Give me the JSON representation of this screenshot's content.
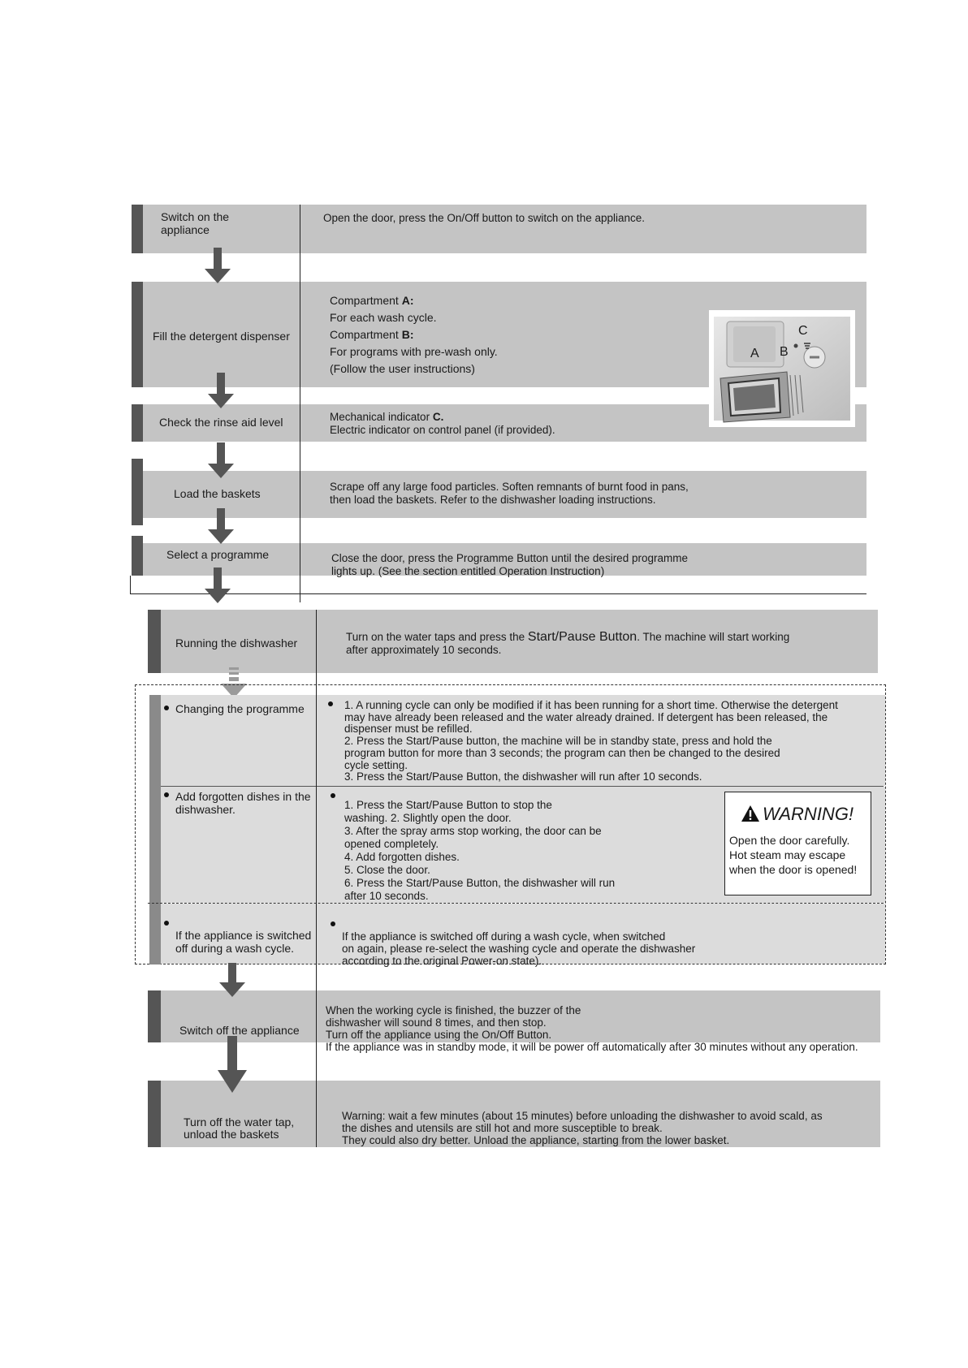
{
  "steps": {
    "switch_on": {
      "label_l1": "Switch on the",
      "label_l2": "appliance",
      "text": "Open the door, press the On/Off button to switch on the appliance."
    },
    "detergent": {
      "label": "Fill the detergent dispenser",
      "compartment_a": "Compartment ",
      "compartment_a_bold": "A:",
      "a_text": "For each wash cycle.",
      "compartment_b": "Compartment  ",
      "compartment_b_bold": "B:",
      "b_text": "For programs with pre-wash only.",
      "follow": "(Follow the user instructions)",
      "diagram_labels": {
        "a": "A",
        "b": "B",
        "c": "C"
      }
    },
    "rinse": {
      "label": "Check the rinse aid level",
      "l1": "Mechanical indicator ",
      "l1_bold": "C.",
      "l2": "Electric indicator on control panel (if provided)."
    },
    "load": {
      "label": "Load the baskets",
      "l1": "Scrape off any large food particles. Soften remnants of burnt food in pans,",
      "l2": "then load the baskets. Refer to the dishwasher loading instructions."
    },
    "select": {
      "label": "Select a programme",
      "l1": "Close the door, press the Programme Button until the desired programme",
      "l2": "lights up. (See the section entitled Operation Instruction)"
    },
    "running": {
      "label": "Running the dishwasher",
      "l1_a": "Turn on the water taps and press the ",
      "l1_big": "Start/Pause Button",
      "l1_b": ". The machine will start working",
      "l2": "after approximately 10 seconds."
    },
    "changing": {
      "label": "Changing the programme",
      "lines": [
        "1.  A running cycle can only be modified if it has been running for a short time. Otherwise the detergent",
        "may have already been released and the water already drained. If detergent has been released, the",
        "dispenser must be refilled.",
        "2.  Press the Start/Pause button, the machine will be in standby state, press and hold the",
        "program button for more than 3 seconds; the program can then be changed to the desired",
        "cycle setting.",
        "3.  Press the Start/Pause Button, the dishwasher will run after 10 seconds."
      ]
    },
    "forgotten": {
      "label_l1": "Add forgotten dishes in the",
      "label_l2": "dishwasher.",
      "lines": [
        "1. Press the Start/Pause Button to stop the",
        "washing. 2. Slightly open the door.",
        "3. After the spray arms stop working, the door can be",
        "opened completely.",
        "4. Add forgotten dishes.",
        "5. Close the door.",
        "6. Press the Start/Pause Button, the dishwasher will run",
        "after 10 seconds."
      ],
      "warning": {
        "title": "WARNING!",
        "l1": "Open the door carefully.",
        "l2": "Hot steam may escape",
        "l3": "when the door is opened!"
      }
    },
    "switched_off": {
      "label_l1": "If the appliance is switched",
      "label_l2": "off during a wash cycle.",
      "l1": "If the appliance is switched off during a wash cycle, when switched",
      "l2": "on again, please re-select the washing cycle and operate the dishwasher",
      "l3": "according to the original Power-on state)."
    },
    "switch_off": {
      "label": "Switch off the appliance",
      "l1": "When the working cycle is finished, the buzzer of the",
      "l2": "dishwasher will sound 8 times, and then stop.",
      "l3": "Turn off the appliance using the On/Off Button.",
      "l4": "If the appliance was in standby mode, it will be power off automatically after 30 minutes without any operation."
    },
    "unload": {
      "label_l1": "Turn off the water tap,",
      "label_l2": "unload the baskets",
      "l1": "Warning: wait a few minutes (about 15 minutes) before unloading the dishwasher to avoid scald, as",
      "l2": "the dishes and utensils are still hot and more susceptible to break.",
      "l3": "They could also dry better. Unload the appliance, starting from the lower basket."
    }
  },
  "colors": {
    "band": "#c4c4c4",
    "band_light": "#dcdcdc",
    "edge": "#555555",
    "arrow": "#555555"
  }
}
